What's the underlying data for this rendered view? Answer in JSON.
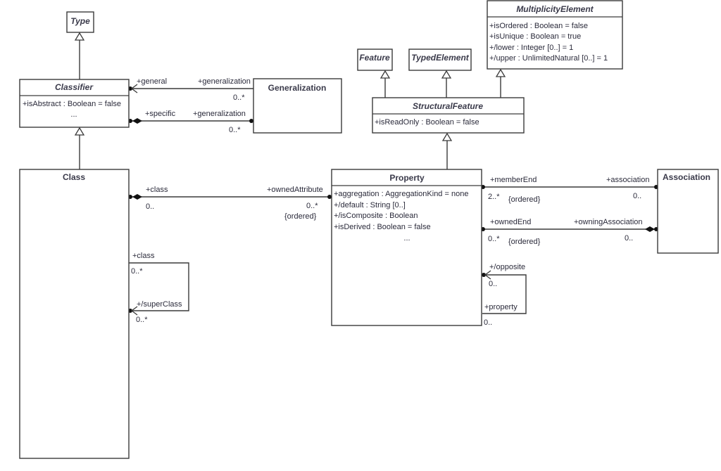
{
  "classes": {
    "type": {
      "name": "Type",
      "abstract": true
    },
    "classifier": {
      "name": "Classifier",
      "abstract": true,
      "attributes": [
        "+isAbstract : Boolean = false",
        "..."
      ]
    },
    "generalization": {
      "name": "Generalization",
      "abstract": false
    },
    "class": {
      "name": "Class",
      "abstract": false
    },
    "feature": {
      "name": "Feature",
      "abstract": true
    },
    "typed_element": {
      "name": "TypedElement",
      "abstract": true
    },
    "multiplicity_element": {
      "name": "MultiplicityElement",
      "abstract": true,
      "attributes": [
        "+isOrdered : Boolean = false",
        "+isUnique : Boolean = true",
        "+/lower : Integer [0..] = 1",
        "+/upper : UnlimitedNatural [0..] = 1"
      ]
    },
    "structural_feature": {
      "name": "StructuralFeature",
      "abstract": true,
      "attributes": [
        "+isReadOnly : Boolean = false"
      ]
    },
    "property": {
      "name": "Property",
      "abstract": false,
      "attributes": [
        "+aggregation : AggregationKind = none",
        "+/default : String [0..]",
        "+/isComposite : Boolean",
        "+isDerived : Boolean = false",
        "..."
      ]
    },
    "association": {
      "name": "Association",
      "abstract": false
    }
  },
  "associations": {
    "general": {
      "near_role": "+general",
      "far_role": "+generalization",
      "far_mult": "0..*"
    },
    "specific": {
      "near_role": "+specific",
      "far_role": "+generalization",
      "far_mult": "0..*"
    },
    "owned_attribute": {
      "near_role": "+class",
      "near_mult": "0..",
      "far_role": "+ownedAttribute",
      "far_mult": "0..*",
      "constraint": "{ordered}"
    },
    "super_class": {
      "role_a": "+class",
      "mult_a": "0..*",
      "role_b": "+/superClass",
      "mult_b": "0..*"
    },
    "member_end": {
      "near_role": "+memberEnd",
      "near_mult": "2..*",
      "constraint": "{ordered}",
      "far_role": "+association",
      "far_mult": "0.."
    },
    "owned_end": {
      "near_role": "+ownedEnd",
      "near_mult": "0..*",
      "constraint": "{ordered}",
      "far_role": "+owningAssociation",
      "far_mult": "0.."
    },
    "opposite": {
      "role_a": "+/opposite",
      "mult_a": "0..",
      "role_b": "+property",
      "mult_b": "0.."
    }
  }
}
